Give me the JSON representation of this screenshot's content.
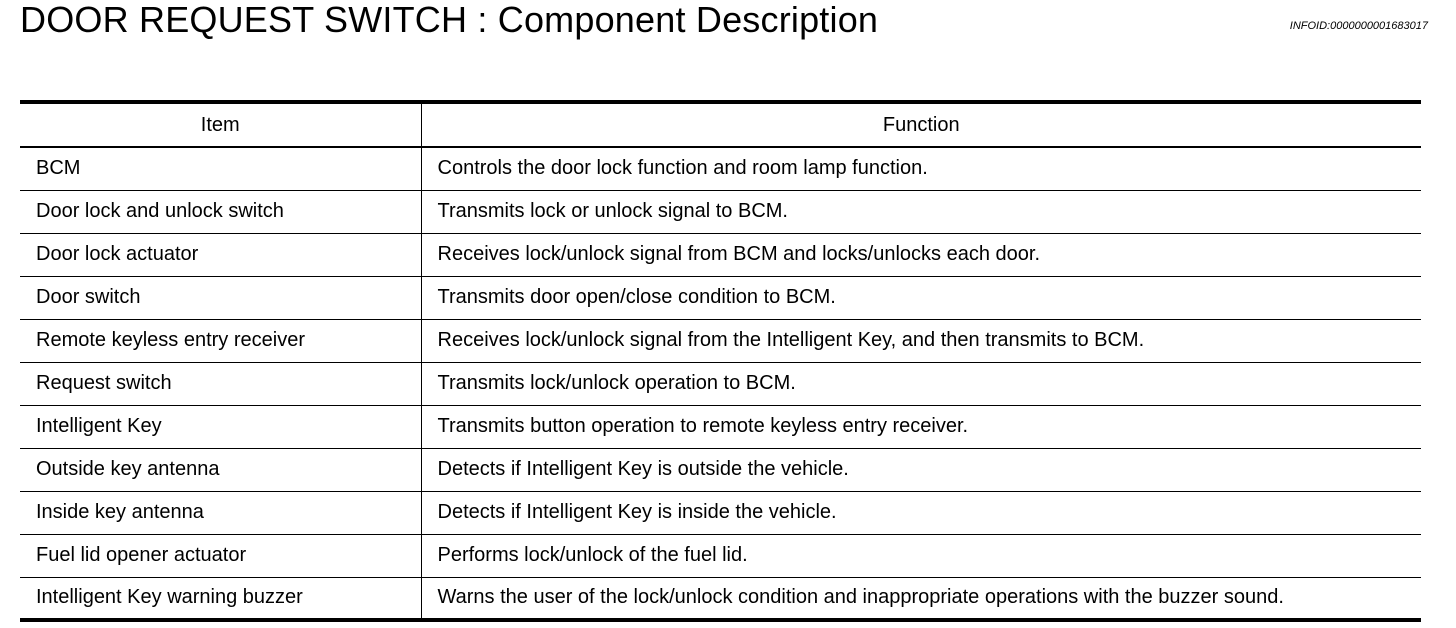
{
  "header": {
    "title": "DOOR REQUEST SWITCH : Component  Description",
    "info_id": "INFOID:0000000001683017"
  },
  "table": {
    "columns": [
      "Item",
      "Function"
    ],
    "rows": [
      {
        "item": "BCM",
        "function": "Controls the door lock function and room lamp function."
      },
      {
        "item": "Door lock and unlock switch",
        "function": "Transmits lock or unlock signal to BCM."
      },
      {
        "item": "Door lock actuator",
        "function": "Receives lock/unlock signal from BCM and locks/unlocks each door."
      },
      {
        "item": "Door switch",
        "function": "Transmits door open/close condition to BCM."
      },
      {
        "item": "Remote keyless entry receiver",
        "function": "Receives lock/unlock signal from the Intelligent Key, and then transmits to BCM."
      },
      {
        "item": "Request switch",
        "function": "Transmits lock/unlock operation to BCM."
      },
      {
        "item": "Intelligent Key",
        "function": "Transmits button operation to remote keyless entry receiver."
      },
      {
        "item": "Outside key antenna",
        "function": "Detects if Intelligent Key is outside the vehicle."
      },
      {
        "item": "Inside key antenna",
        "function": "Detects if Intelligent Key is inside the vehicle."
      },
      {
        "item": "Fuel lid opener actuator",
        "function": "Performs lock/unlock of the fuel lid."
      },
      {
        "item": "Intelligent Key warning buzzer",
        "function": "Warns the user of the lock/unlock condition and inappropriate operations with the buzzer sound."
      }
    ]
  }
}
